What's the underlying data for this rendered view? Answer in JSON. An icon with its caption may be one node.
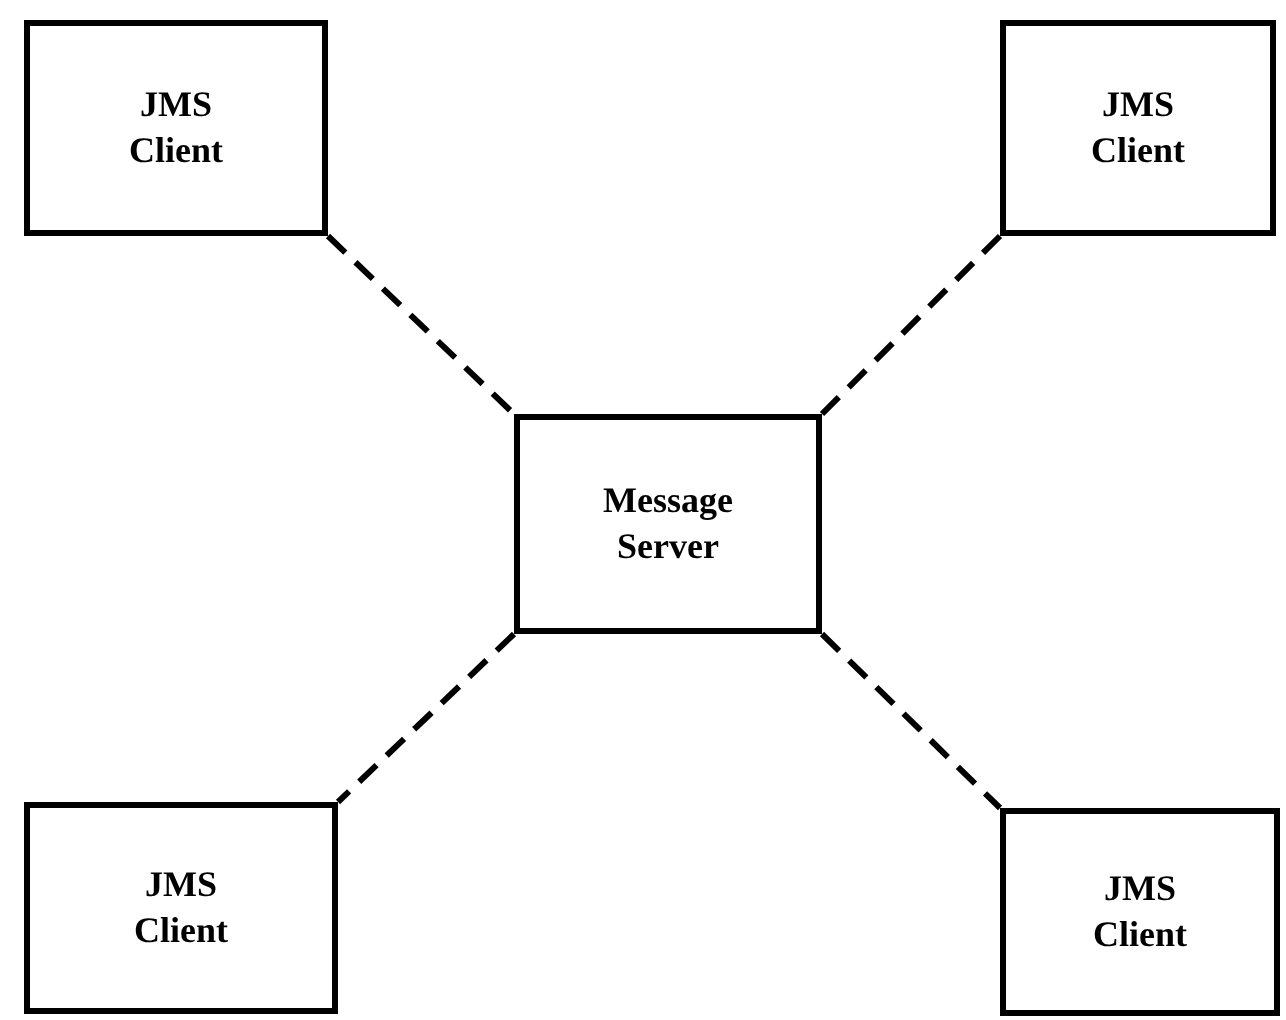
{
  "diagram": {
    "nodes": [
      {
        "text": [
          "JMS Client"
        ]
      },
      {
        "text": [
          "JMS Client"
        ]
      },
      {
        "text": [
          "Message Server"
        ]
      },
      {
        "text": [
          "JMS Client"
        ]
      },
      {
        "text": [
          "JMS Client"
        ]
      }
    ],
    "edges": [
      {
        "from": 0,
        "to": 2,
        "arrow": "none",
        "style": "dashed"
      },
      {
        "from": 1,
        "to": 2,
        "arrow": "none",
        "style": "dashed"
      },
      {
        "from": 2,
        "to": 3,
        "arrow": "none",
        "style": "dashed"
      },
      {
        "from": 2,
        "to": 4,
        "arrow": "none",
        "style": "dashed"
      }
    ]
  }
}
